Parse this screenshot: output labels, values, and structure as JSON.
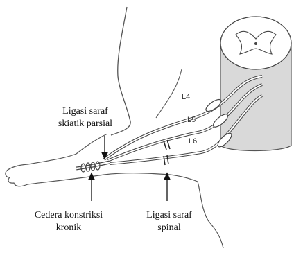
{
  "labels": {
    "partial_sciatic": {
      "line1": "Ligasi saraf",
      "line2": "skiatik parsial"
    },
    "chronic_constriction": {
      "line1": "Cedera konstriksi",
      "line2": "kronik"
    },
    "spinal_ligation": {
      "line1": "Ligasi saraf",
      "line2": "spinal"
    }
  },
  "roots": {
    "l4": "L4",
    "l5": "L5",
    "l6": "L6"
  },
  "colors": {
    "stroke": "#444444",
    "cord_fill": "#d9d9d9",
    "text": "#111111"
  }
}
